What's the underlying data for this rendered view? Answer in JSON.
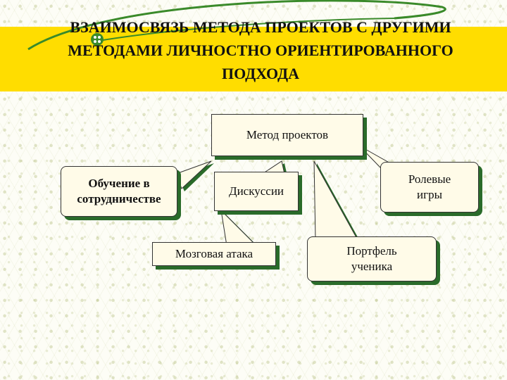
{
  "title": "ВЗАИМОСВЯЗЬ МЕТОДА ПРОЕКТОВ С ДРУГИМИ МЕТОДАМИ ЛИЧНОСТНО ОРИЕНТИРОВАННОГО ПОДХОДА",
  "center_node": "Метод проектов",
  "nodes": {
    "cooperation": "Обучение в сотрудничестве",
    "discussions": "Дискуссии",
    "role_games": "Ролевые игры",
    "brainstorm": "Мозговая атака",
    "portfolio": "Портфель ученика"
  },
  "colors": {
    "title_band": "#ffdd00",
    "shadow": "#2a6b2a",
    "box_fill": "#fffbe8"
  }
}
